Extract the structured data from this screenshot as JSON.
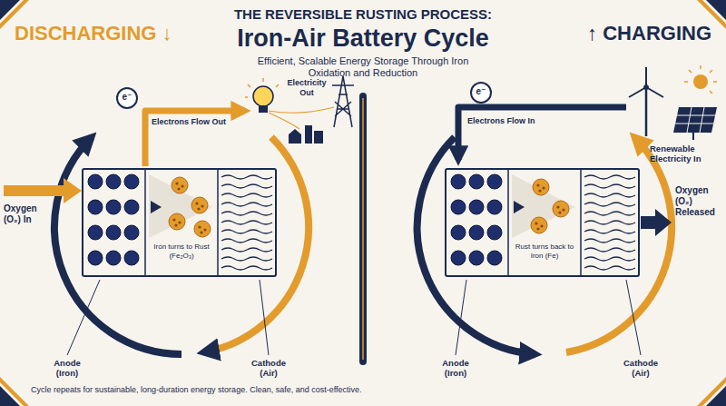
{
  "diagram": {
    "title": "Iron-Air Battery Cycle",
    "caption": "Cycle repeats for sustainable, long-duration energy storage. Clean, safe, and cost-effective.",
    "nodes": [
      {
        "text": [
          "Iron turns to Rust (Fe₂O₃)"
        ]
      },
      {
        "text": [
          "Rust turns back to Iron (Fe)"
        ]
      }
    ],
    "labels": [
      "THE REVERSIBLE RUSTING PROCESS:",
      "Efficient, Scalable Energy Storage Through Iron Oxidation and Reduction",
      "DISCHARGING ↓",
      "↑ CHARGING",
      "e⁻",
      "Electrons Flow Out",
      "Electricity Out",
      "Oxygen (O₂) In",
      "Anode (Iron)",
      "Cathode (Air)",
      "e⁻",
      "Electrons Flow In",
      "Renewable Electricity In",
      "Oxygen (O₂) Released",
      "Anode (Iron)",
      "Cathode (Air)"
    ]
  }
}
